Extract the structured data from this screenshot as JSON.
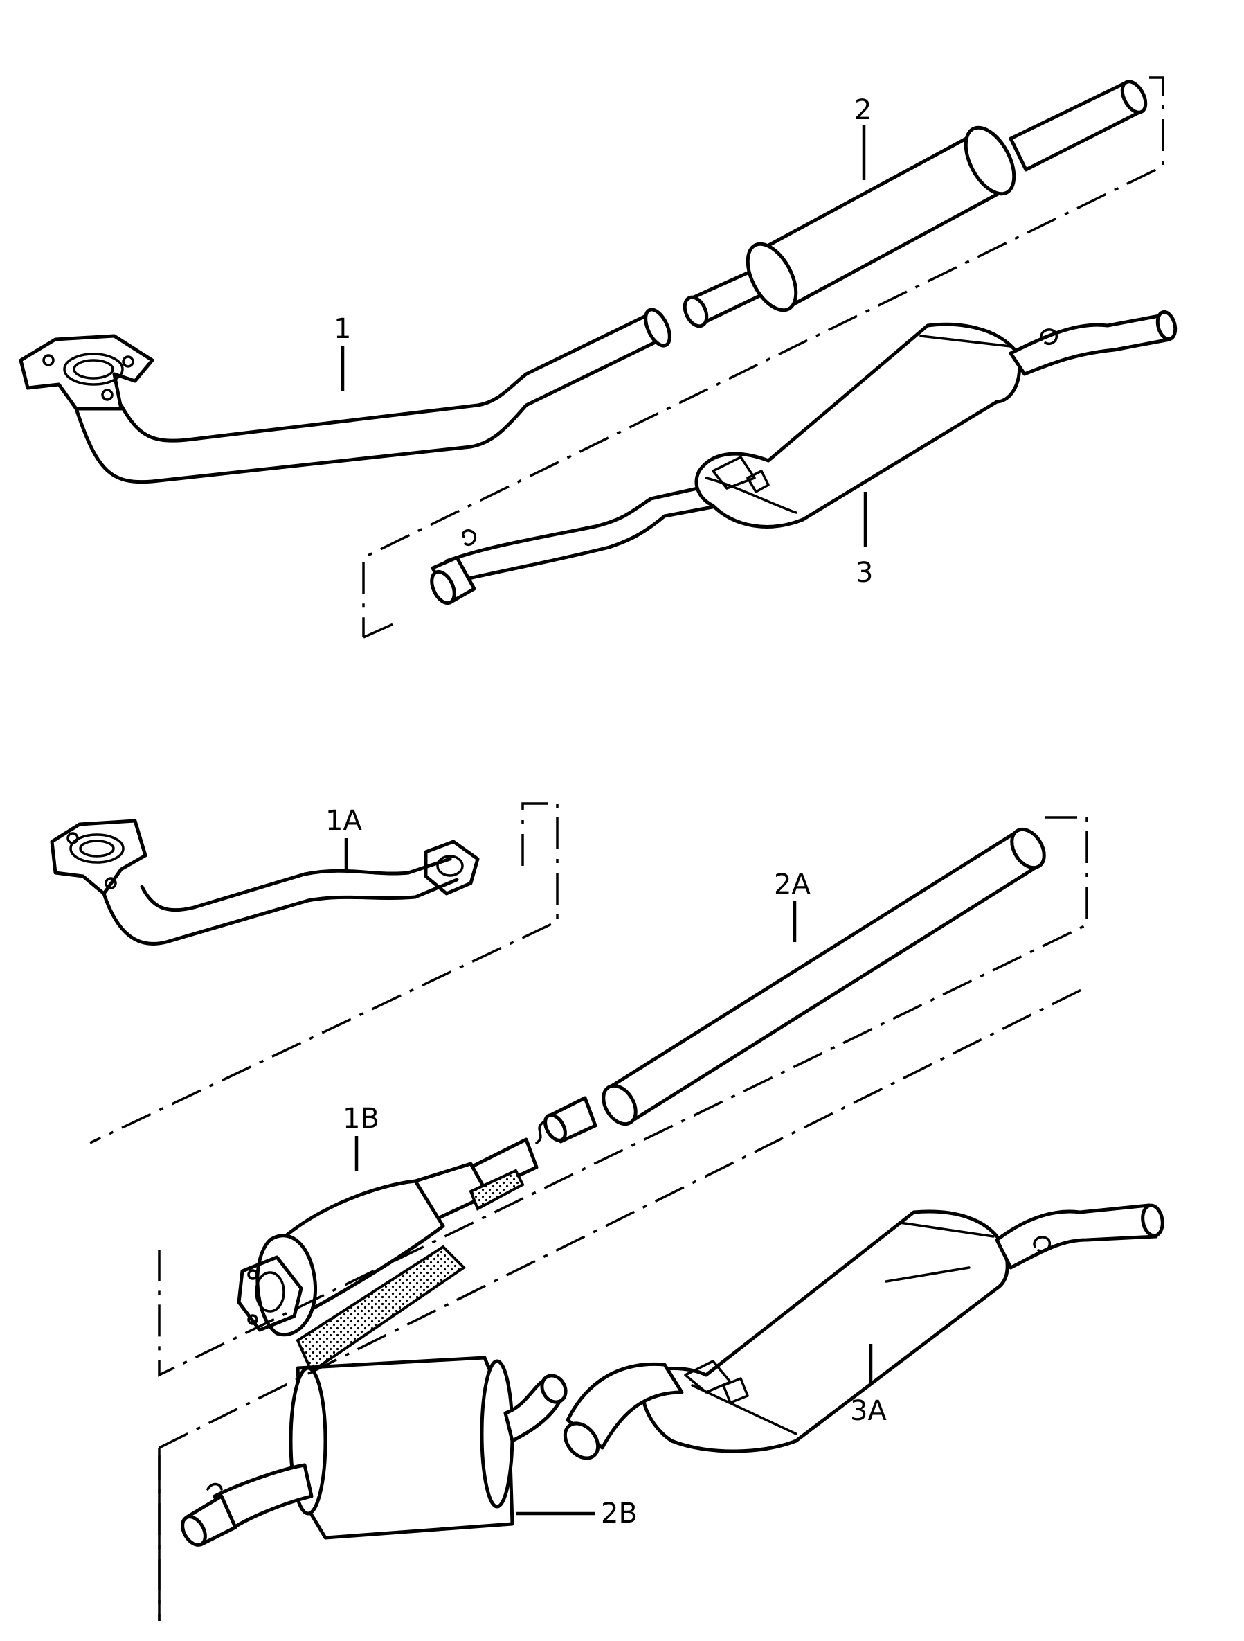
{
  "labels": {
    "p1": "1",
    "p2": "2",
    "p3": "3",
    "p1a": "1A",
    "p2a": "2A",
    "p1b": "1B",
    "p3a": "3A",
    "p2b": "2B"
  }
}
